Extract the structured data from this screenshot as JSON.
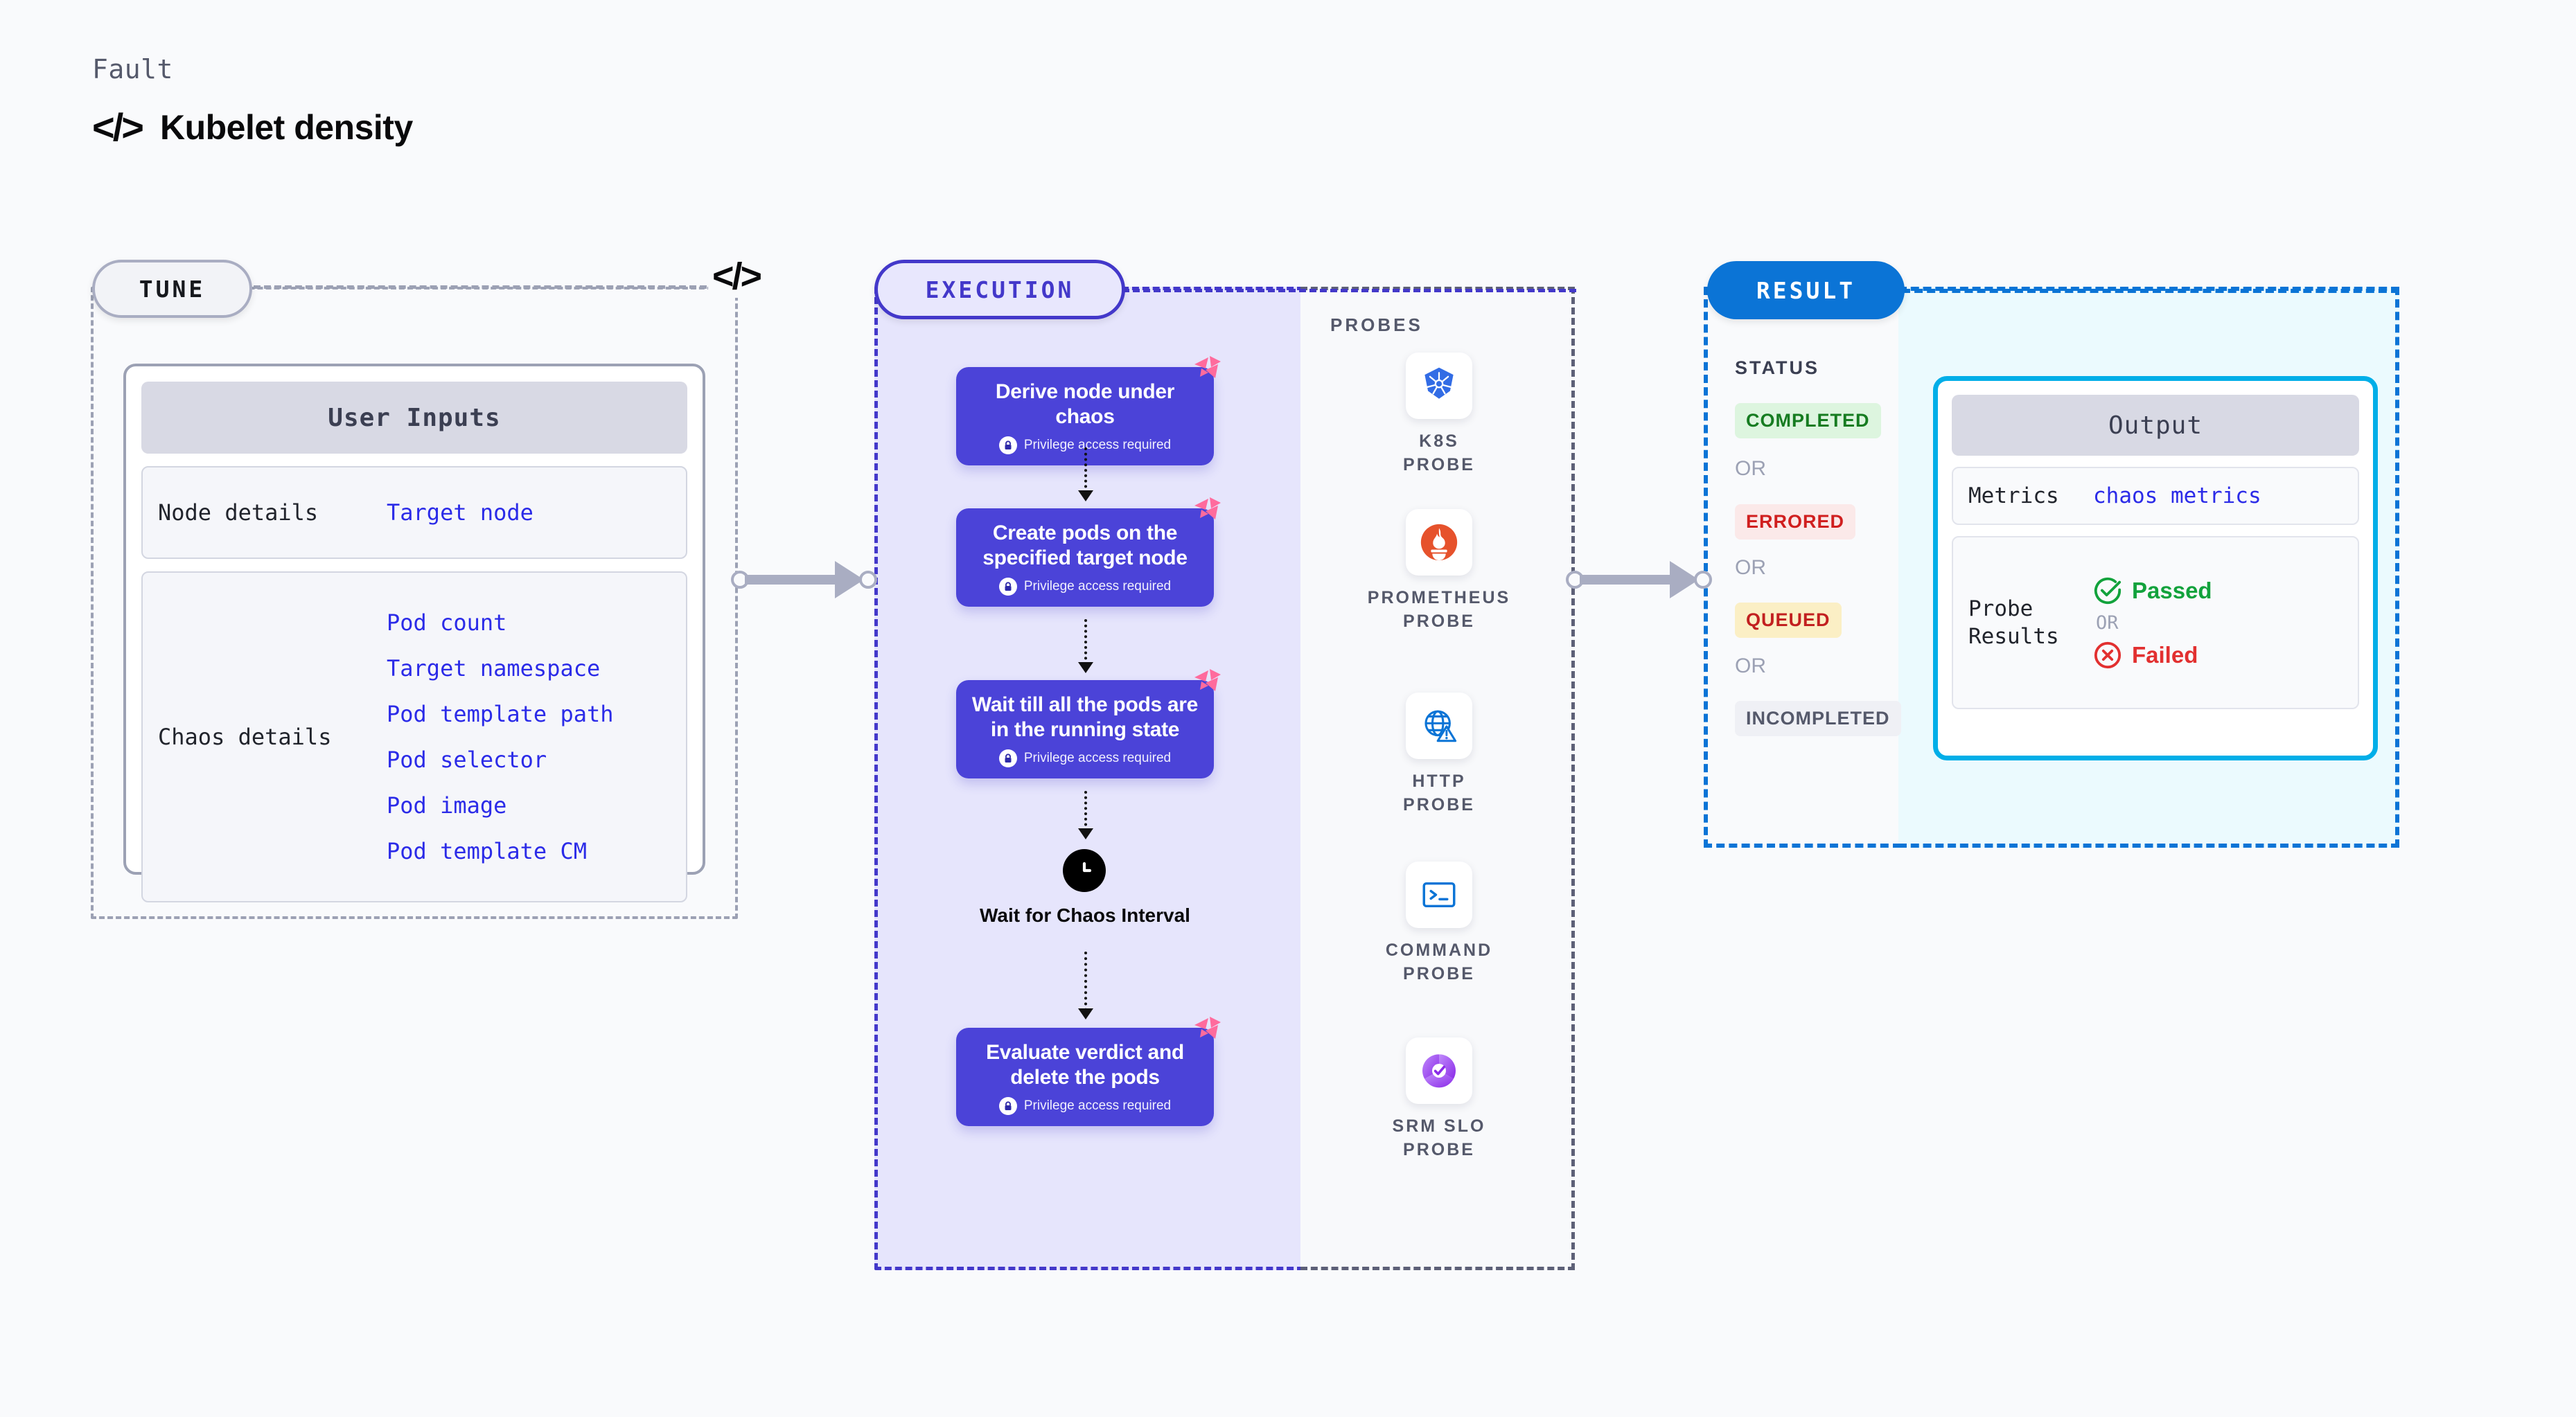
{
  "header": {
    "eyebrow": "Fault",
    "code_icon": "</>",
    "title": "Kubelet density"
  },
  "stages": {
    "tune_label": "TUNE",
    "execution_label": "EXECUTION",
    "result_label": "RESULT",
    "probes_label": "PROBES",
    "tune_code_icon": "</>"
  },
  "tune": {
    "card_title": "User Inputs",
    "rows": [
      {
        "label": "Node details",
        "values": [
          "Target node"
        ]
      },
      {
        "label": "Chaos details",
        "values": [
          "Pod count",
          "Target namespace",
          "Pod template path",
          "Pod selector",
          "Pod image",
          "Pod template CM"
        ]
      }
    ]
  },
  "execution": {
    "privilege_note": "Privilege access required",
    "nodes": [
      {
        "title": "Derive node under chaos",
        "privileged": true,
        "harness_badge": true
      },
      {
        "title": "Create pods on the specified target node",
        "privileged": true,
        "harness_badge": true
      },
      {
        "title": "Wait till all the pods are in the running state",
        "privileged": true,
        "harness_badge": true
      },
      {
        "title": "Evaluate verdict and delete the pods",
        "privileged": true,
        "harness_badge": true
      }
    ],
    "wait_step": {
      "label": "Wait for Chaos Interval",
      "icon": "clock-icon"
    }
  },
  "probes": [
    {
      "label": "K8S PROBE",
      "icon": "kubernetes-icon",
      "color": "#326CE5"
    },
    {
      "label": "PROMETHEUS PROBE",
      "icon": "prometheus-icon",
      "color": "#E6522C"
    },
    {
      "label": "HTTP PROBE",
      "icon": "globe-warning-icon",
      "color": "#0B74D6"
    },
    {
      "label": "COMMAND PROBE",
      "icon": "terminal-icon",
      "color": "#0B74D6"
    },
    {
      "label": "SRM SLO PROBE",
      "icon": "srm-slo-icon",
      "color": "#9B4DEA"
    }
  ],
  "result": {
    "status_heading": "STATUS",
    "or_text": "OR",
    "statuses": [
      {
        "label": "COMPLETED",
        "bg": "#DDF5DF",
        "fg": "#167C21"
      },
      {
        "label": "ERRORED",
        "bg": "#FBE9E9",
        "fg": "#D01F1F"
      },
      {
        "label": "QUEUED",
        "bg": "#FBEFC5",
        "fg": "#C22020"
      },
      {
        "label": "INCOMPLETED",
        "bg": "#EFF0F5",
        "fg": "#55596B"
      }
    ]
  },
  "output": {
    "card_title": "Output",
    "metrics_label": "Metrics",
    "metrics_value": "chaos metrics",
    "probe_results_label": "Probe Results",
    "passed_label": "Passed",
    "failed_label": "Failed",
    "or_text": "OR"
  },
  "colors": {
    "node_blue": "#4B43D8",
    "exec_accent": "#4338CA",
    "result_accent": "#0B74D6",
    "output_accent": "#00AEE8",
    "harness_pink": "#FF6B9D",
    "link_blue": "#2B2BE8"
  }
}
